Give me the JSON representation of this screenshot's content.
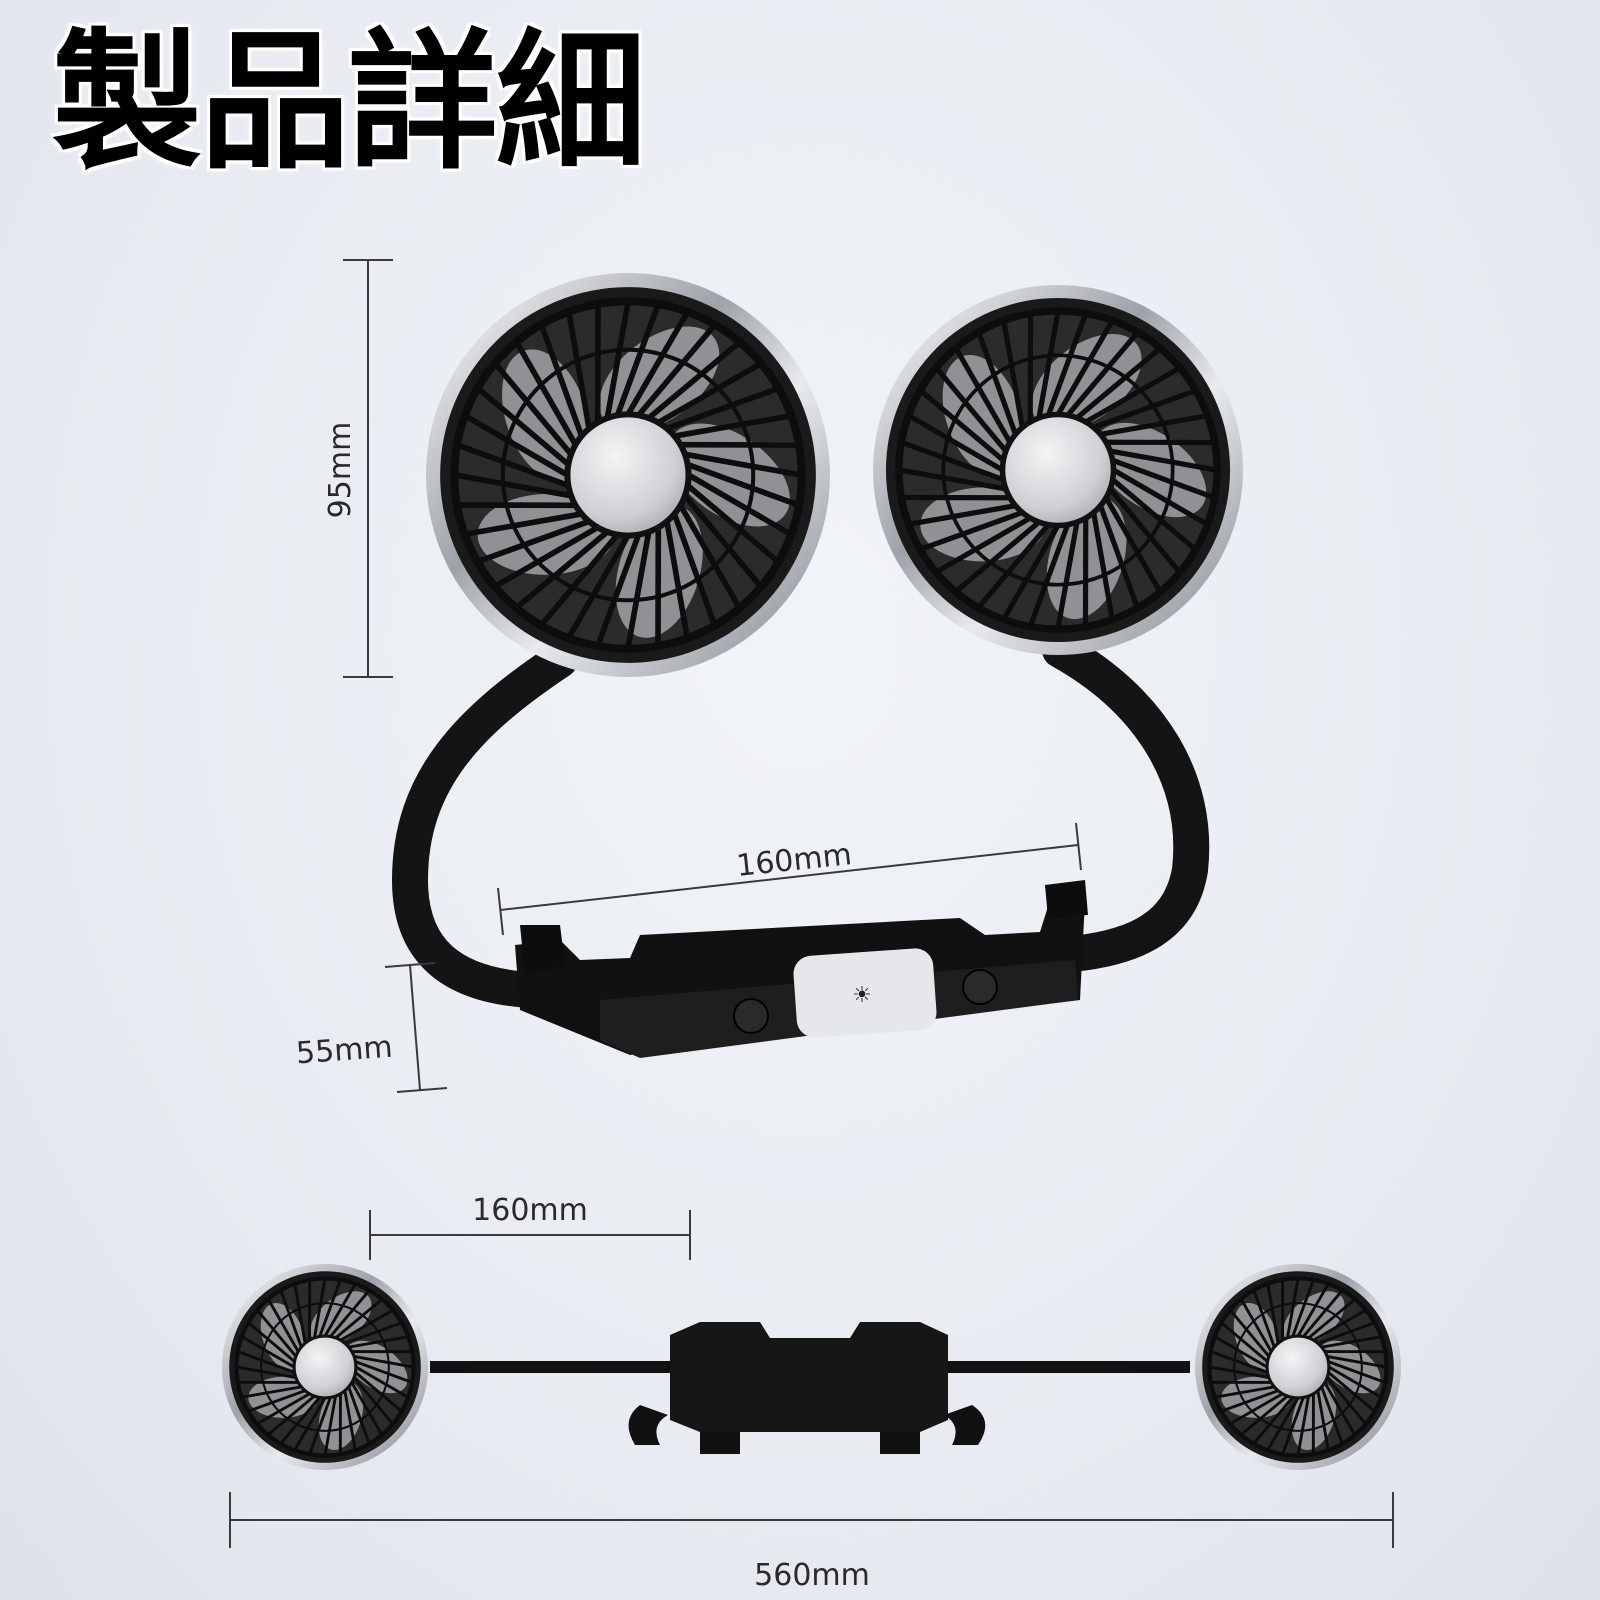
{
  "title": "製品詳細",
  "dimensions": {
    "height_fan": "95mm",
    "base_height": "55mm",
    "base_width": "160mm",
    "fan_spacing": "160mm",
    "total_length": "560mm"
  },
  "colors": {
    "background": "#e9edf2",
    "fan_body": "#1a1a1a",
    "chrome": "#c8ccd2",
    "hub": "#d9d9dd",
    "blade": "#9a9ca0"
  }
}
